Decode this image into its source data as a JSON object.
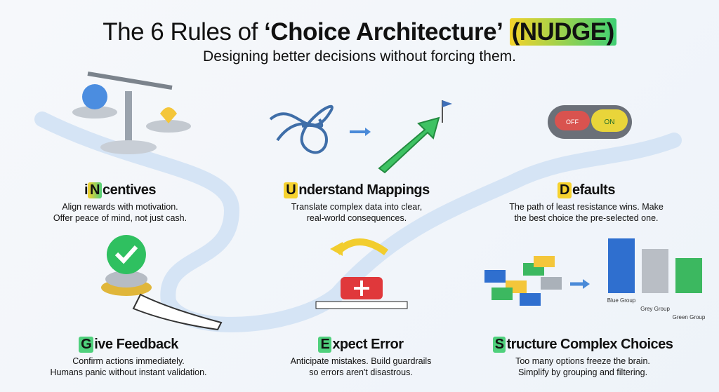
{
  "title": {
    "prefix": "The 6 Rules of",
    "bold": "‘Choice Architecture’",
    "badge": "(NUDGE)"
  },
  "subtitle": "Designing better decisions without forcing them.",
  "rules": [
    {
      "letter_prefix": "i",
      "letter": "N",
      "rest": "centives",
      "desc1": "Align rewards with motivation.",
      "desc2": "Offer peace of mind, not just cash."
    },
    {
      "letter_prefix": "",
      "letter": "U",
      "rest": "nderstand Mappings",
      "desc1": "Translate complex data into clear,",
      "desc2": "real-world consequences."
    },
    {
      "letter_prefix": "",
      "letter": "D",
      "rest": "efaults",
      "desc1": "The path of least resistance wins. Make",
      "desc2": "the best choice the pre-selected one."
    },
    {
      "letter_prefix": "",
      "letter": "G",
      "rest": "ive Feedback",
      "desc1": "Confirm actions immediately.",
      "desc2": "Humans panic without instant validation."
    },
    {
      "letter_prefix": "",
      "letter": "E",
      "rest": "xpect Error",
      "desc1": "Anticipate mistakes. Build guardrails",
      "desc2": "so errors aren't disastrous."
    },
    {
      "letter_prefix": "",
      "letter": "S",
      "rest": "tructure Complex Choices",
      "desc1": "Too many options freeze the brain.",
      "desc2": "Simplify by grouping and filtering."
    }
  ],
  "switch": {
    "off": "OFF",
    "on": "ON"
  },
  "groups": [
    "Blue Group",
    "Grey Group",
    "Green Group"
  ]
}
